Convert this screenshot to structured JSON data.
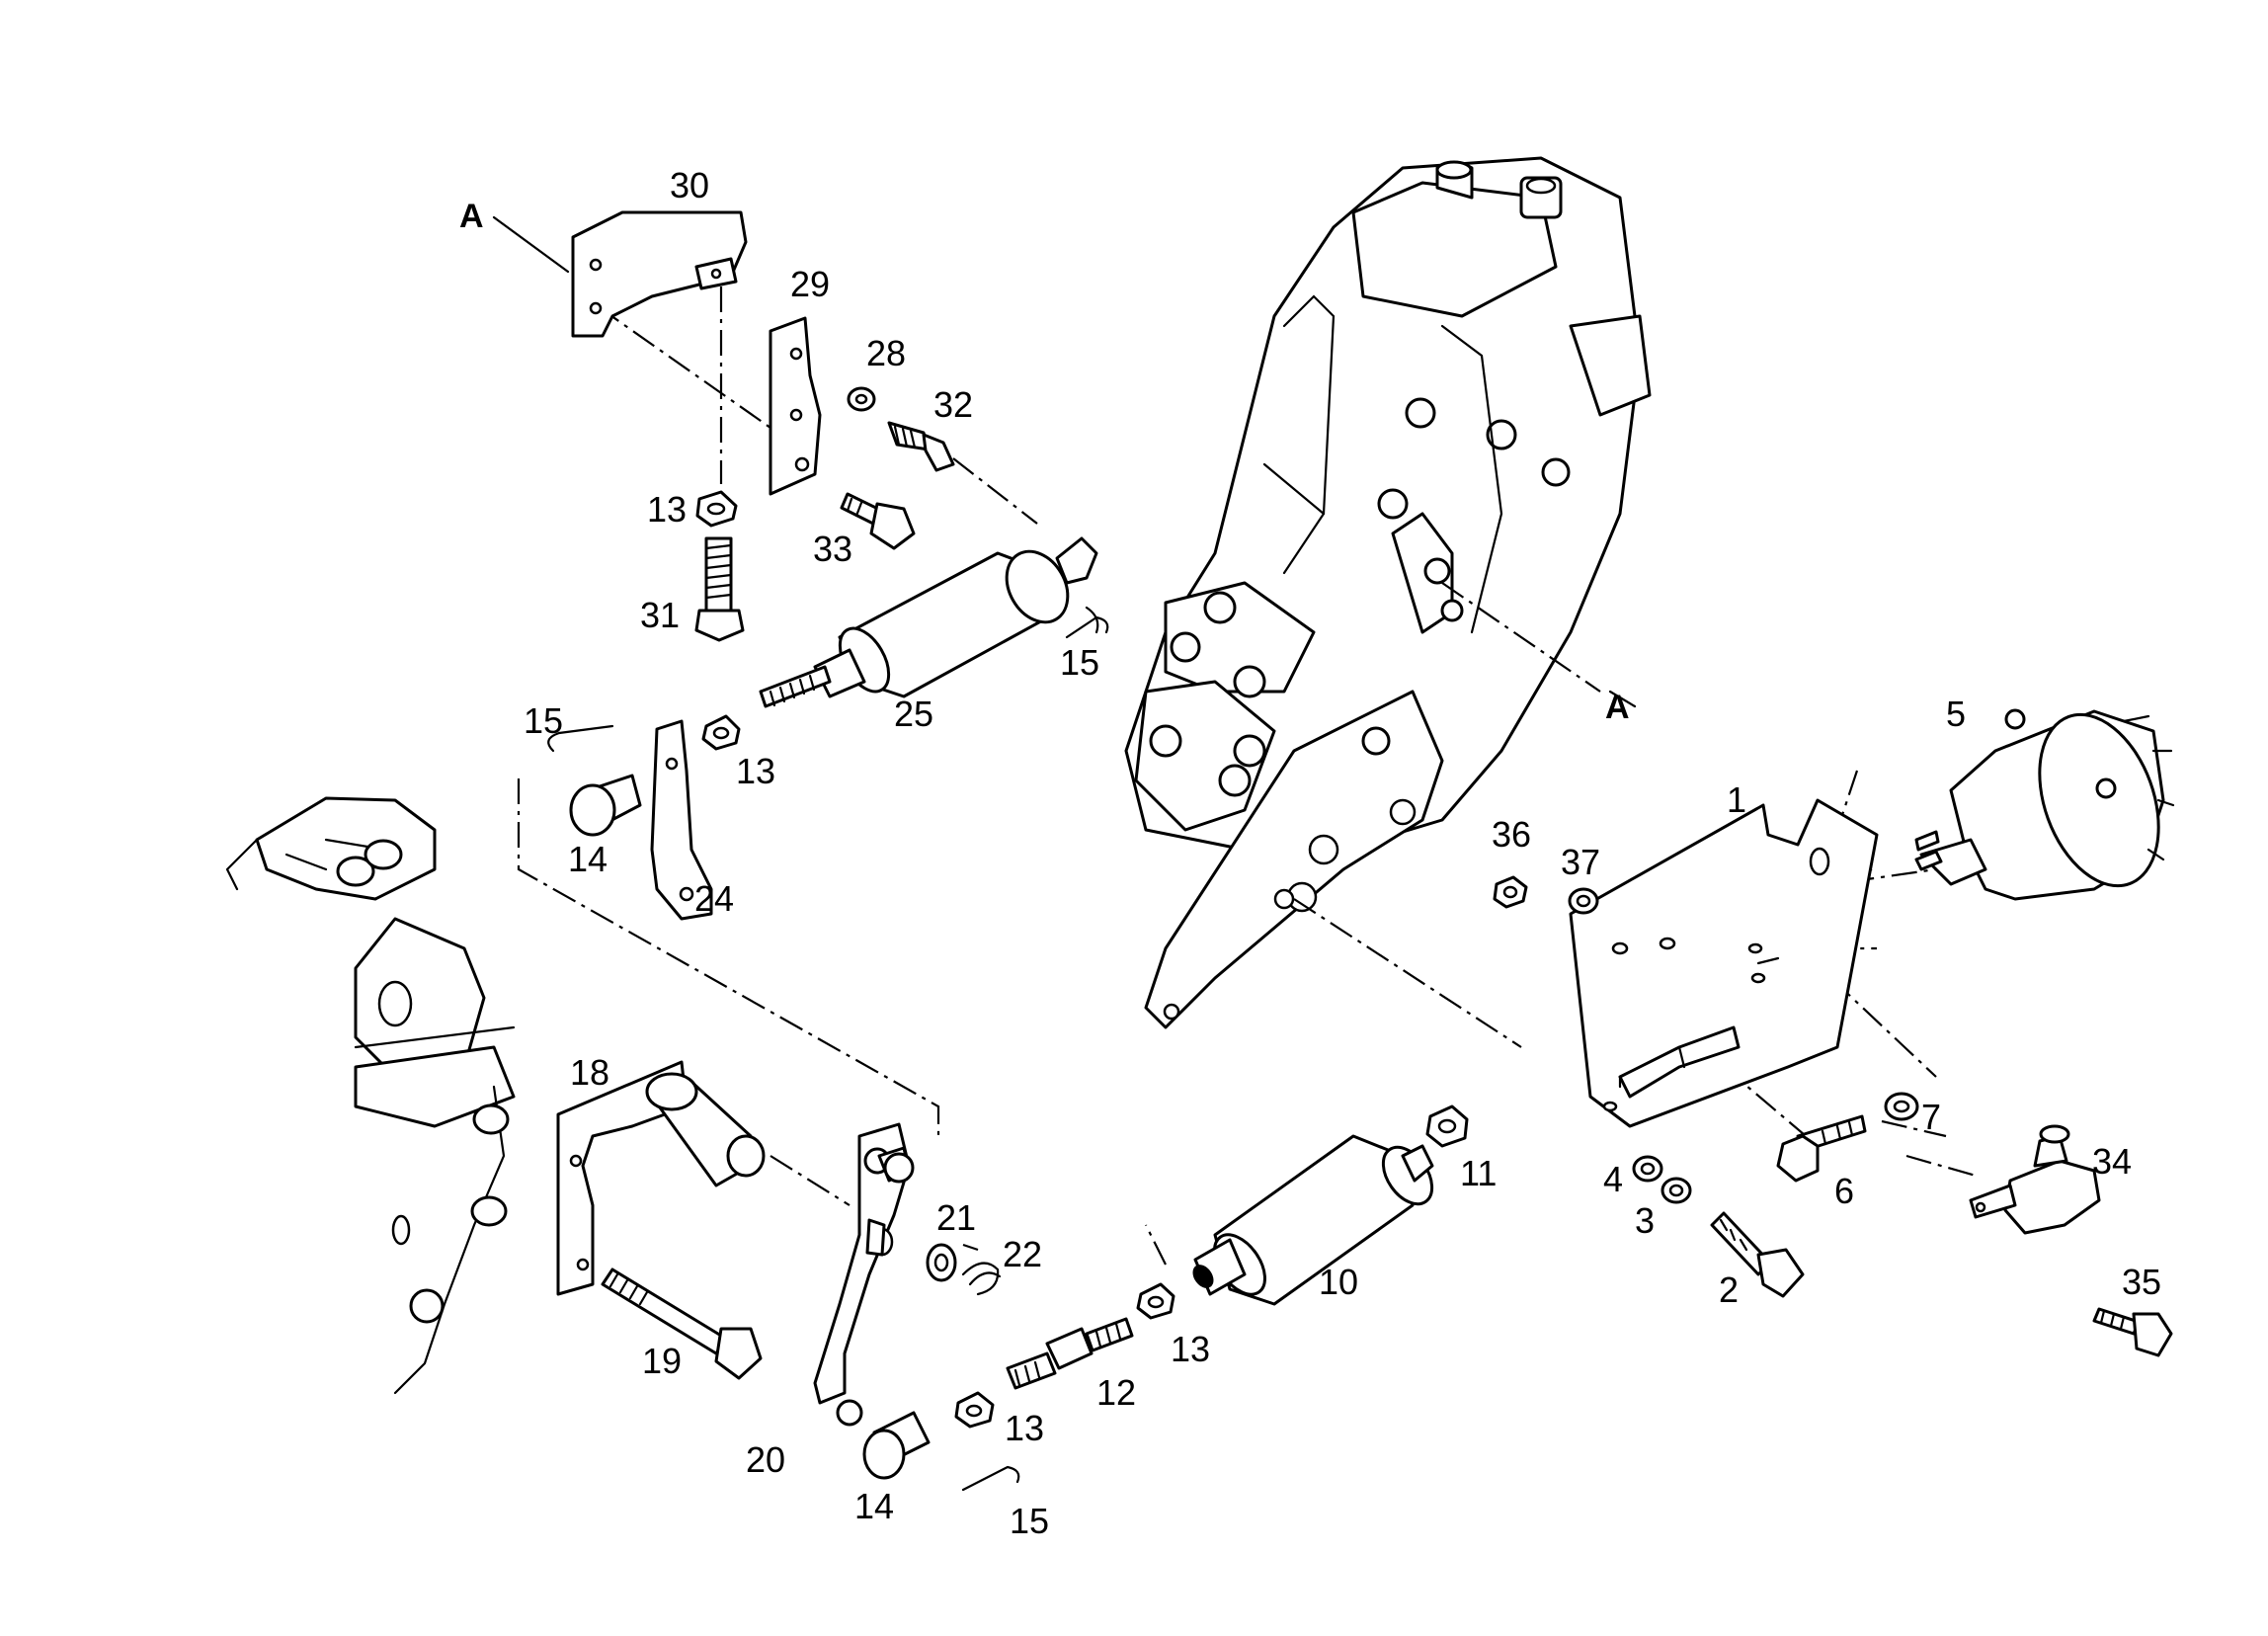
{
  "labels": {
    "p1": "1",
    "p2": "2",
    "p3": "3",
    "p4": "4",
    "p5": "5",
    "p6": "6",
    "p7": "7",
    "p10": "10",
    "p11": "11",
    "p12": "12",
    "p13a": "13",
    "p13b": "13",
    "p13c": "13",
    "p13d": "13",
    "p14a": "14",
    "p14b": "14",
    "p15a": "15",
    "p15b": "15",
    "p15c": "15",
    "p18": "18",
    "p19": "19",
    "p20": "20",
    "p21": "21",
    "p22": "22",
    "p24": "24",
    "p25": "25",
    "p28": "28",
    "p29": "29",
    "p30": "30",
    "p31": "31",
    "p32": "32",
    "p33": "33",
    "p34": "34",
    "p35": "35",
    "p36": "36",
    "p37": "37",
    "refA1": "A",
    "refA2": "A"
  }
}
